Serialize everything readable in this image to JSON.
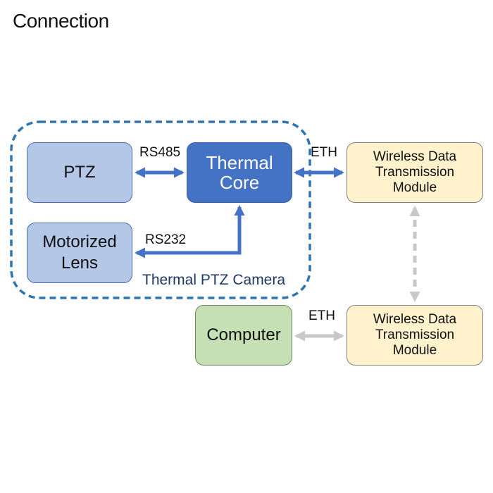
{
  "title": "Connection",
  "group": {
    "label": "Thermal PTZ Camera"
  },
  "nodes": {
    "ptz": {
      "label": "PTZ"
    },
    "motorized_lens": {
      "line1": "Motorized",
      "line2": "Lens"
    },
    "thermal_core": {
      "line1": "Thermal",
      "line2": "Core"
    },
    "wireless_top": {
      "line1": "Wireless Data",
      "line2": "Transmission",
      "line3": "Module"
    },
    "wireless_bottom": {
      "line1": "Wireless Data",
      "line2": "Transmission",
      "line3": "Module"
    },
    "computer": {
      "label": "Computer"
    }
  },
  "links": {
    "ptz_core": "RS485",
    "lens_core": "RS232",
    "core_wireless": "ETH",
    "computer_wireless": "ETH"
  },
  "colors": {
    "camera_border": "#2e75b6",
    "blue_arrow": "#4472c4",
    "gray_arrow": "#c8c8c8",
    "core_fill": "#4472c4",
    "peripheral_fill": "#b4c7e7",
    "wireless_fill": "#fff2cc",
    "computer_fill": "#c5e0b4"
  }
}
